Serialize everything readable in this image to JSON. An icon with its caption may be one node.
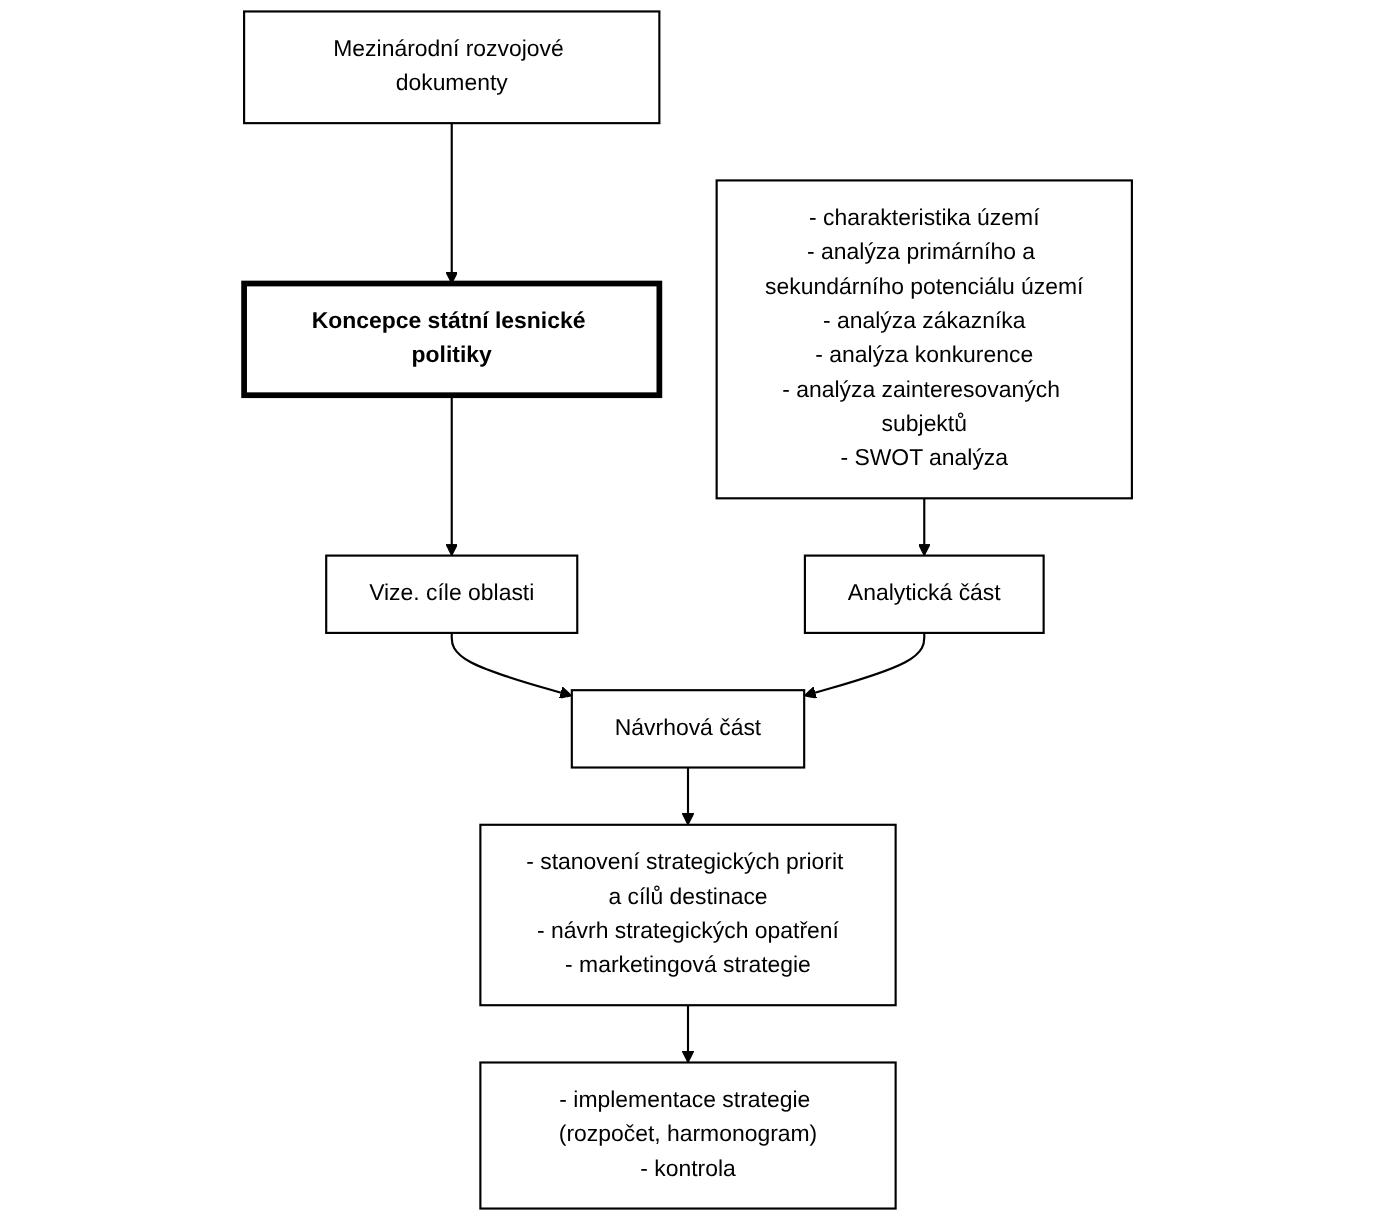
{
  "diagram": {
    "nodes": [
      {
        "text": [
          "Mezinárodní rozvojové dokumenty"
        ]
      },
      {
        "text": [
          "Koncepce státní lesnické politiky"
        ]
      },
      {
        "text": [
          "Vize. cíle oblasti"
        ]
      },
      {
        "text": [
          "Analytická část"
        ]
      },
      {
        "text": [
          "Návrhová část"
        ]
      },
      {
        "text": [
          "- charakteristika území",
          "- analýza primárního a sekundárního potenciálu území",
          "- analýza zákazníka",
          "- analýza konkurence",
          "- analýza zainteresovaných subjektů",
          "- SWOT analýza"
        ]
      },
      {
        "text": [
          "- stanovení strategických priorit a cílů destinace",
          "- návrh strategických opatření",
          "- marketingová strategie"
        ]
      },
      {
        "text": [
          "- implementace strategie (rozpočet, harmonogram)",
          "- kontrola"
        ]
      }
    ],
    "edges": [
      {
        "from": 0,
        "to": 1,
        "arrow": "to"
      },
      {
        "from": 1,
        "to": 2,
        "arrow": "to"
      },
      {
        "from": 2,
        "to": 4,
        "arrow": "to"
      },
      {
        "from": 3,
        "to": 4,
        "arrow": "to"
      },
      {
        "from": 5,
        "to": 3,
        "arrow": "to"
      },
      {
        "from": 4,
        "to": 6,
        "arrow": "to"
      },
      {
        "from": 6,
        "to": 7,
        "arrow": "to"
      }
    ]
  }
}
